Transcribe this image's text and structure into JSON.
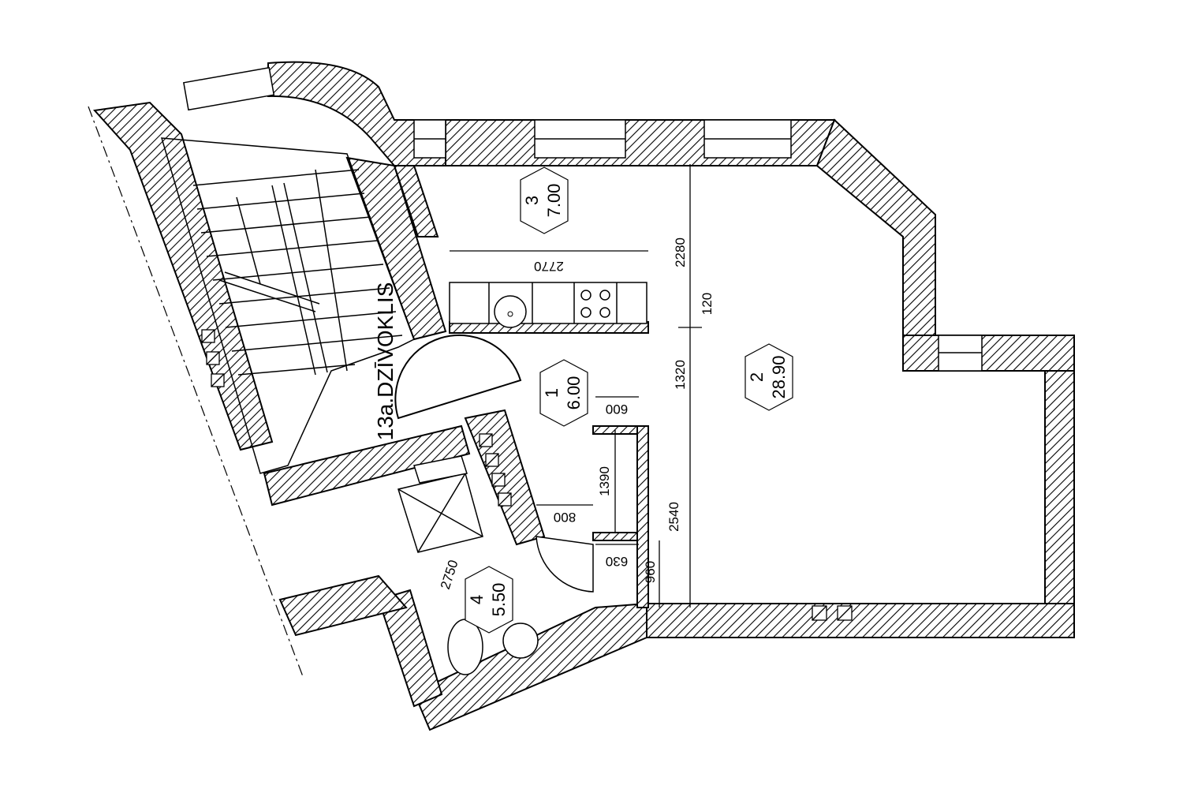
{
  "apartment_label": "13a.DZĪVOKLIS",
  "rooms": [
    {
      "number": "1",
      "area": "6.00"
    },
    {
      "number": "2",
      "area": "28.90"
    },
    {
      "number": "3",
      "area": "7.00"
    },
    {
      "number": "4",
      "area": "5.50"
    }
  ],
  "dimensions": {
    "kitchen_length": "2770",
    "height_2280": "2280",
    "wall_120": "120",
    "height_1320": "1320",
    "height_2540": "2540",
    "opening_600": "600",
    "wall_1390": "1390",
    "door_800": "800",
    "opening_630": "630",
    "opening_960": "960",
    "bath_2750": "2750"
  }
}
